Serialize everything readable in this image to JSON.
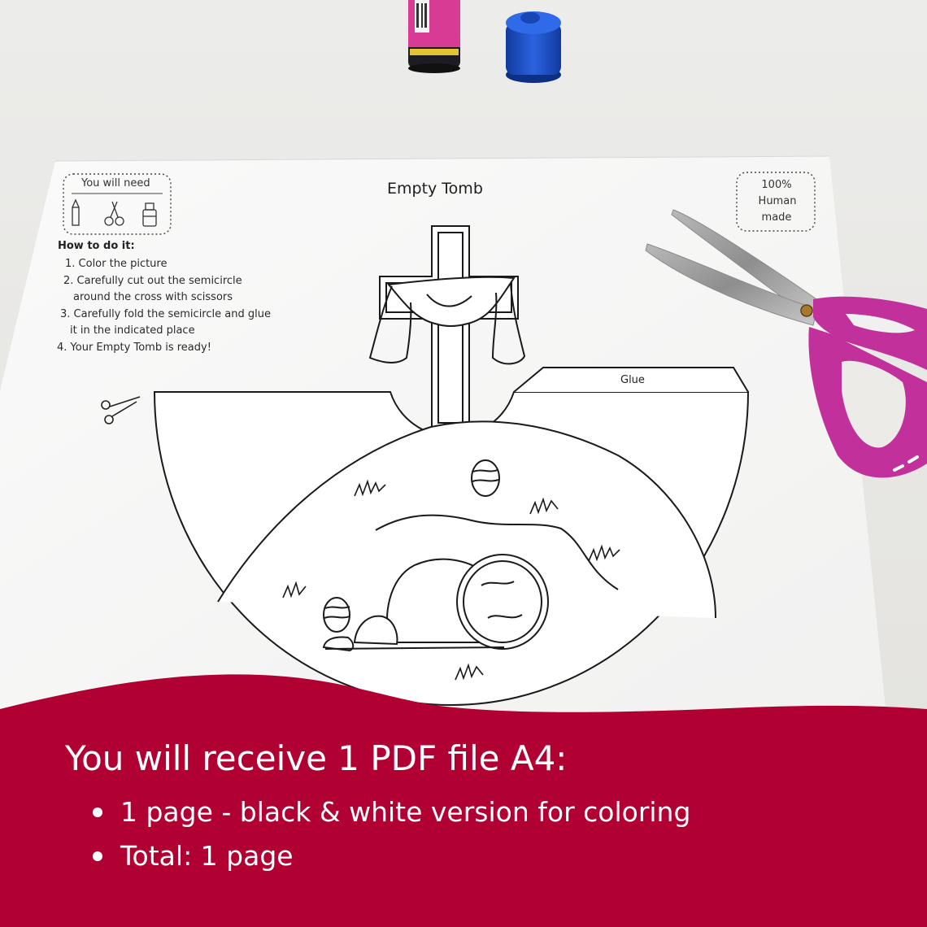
{
  "colors": {
    "table": "#ecebe8",
    "paper": "#ffffff",
    "banner": "#b10032",
    "scissors_handle": "#c2309c",
    "glue_cap": "#1c4fc9",
    "ink": "#1a1a1a"
  },
  "sheet": {
    "title": "Empty Tomb",
    "you_will_need": "You will need",
    "badge_lines": [
      "100%",
      "Human",
      "made"
    ],
    "howto_heading": "How to do it:",
    "steps": [
      "1. Color the picture",
      "2. Carefully cut out the semicircle",
      "around the cross with scissors",
      "3. Carefully fold the semicircle and glue",
      "it in the indicated place",
      "4.  Your Empty Tomb is ready!"
    ],
    "glue_label": "Glue"
  },
  "banner": {
    "heading": "You will receive 1 PDF file A4:",
    "bullets": [
      "1 page - black & white version for coloring",
      "Total: 1 page"
    ]
  },
  "icons": [
    "pencil-icon",
    "scissors-icon",
    "glue-icon",
    "cut-line-scissors-icon"
  ]
}
